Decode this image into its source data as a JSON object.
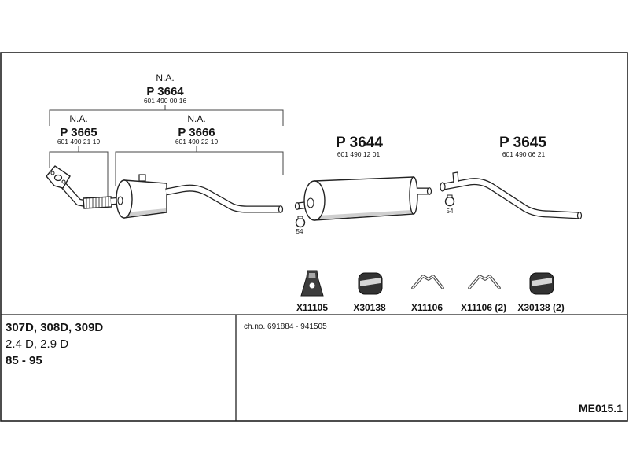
{
  "groups": {
    "p3664": {
      "note": "N.A.",
      "part": "P 3664",
      "number": "601 490 00 16"
    },
    "p3665": {
      "note": "N.A.",
      "part": "P 3665",
      "number": "601 490 21 19"
    },
    "p3666": {
      "note": "N.A.",
      "part": "P 3666",
      "number": "601 490 22 19"
    },
    "p3644": {
      "part": "P 3644",
      "number": "601 490 12 01"
    },
    "p3645": {
      "part": "P 3645",
      "number": "601 490 06 21"
    }
  },
  "clamps": [
    {
      "label": "54",
      "icon": "clamp-icon"
    },
    {
      "label": "54",
      "icon": "clamp-icon"
    }
  ],
  "accessories": [
    {
      "code": "X11105",
      "icon": "bracket-icon"
    },
    {
      "code": "X30138",
      "icon": "rubber-mount-icon"
    },
    {
      "code": "X11106",
      "icon": "hanger-icon"
    },
    {
      "code": "X11106 (2)",
      "icon": "hanger-icon"
    },
    {
      "code": "X30138 (2)",
      "icon": "rubber-mount-icon"
    }
  ],
  "info": {
    "models": "307D, 308D, 309D",
    "engines": "2.4 D, 2.9 D",
    "years": "85 - 95",
    "chassis": "ch.no. 691884 - 941505",
    "reference": "ME015.1"
  }
}
